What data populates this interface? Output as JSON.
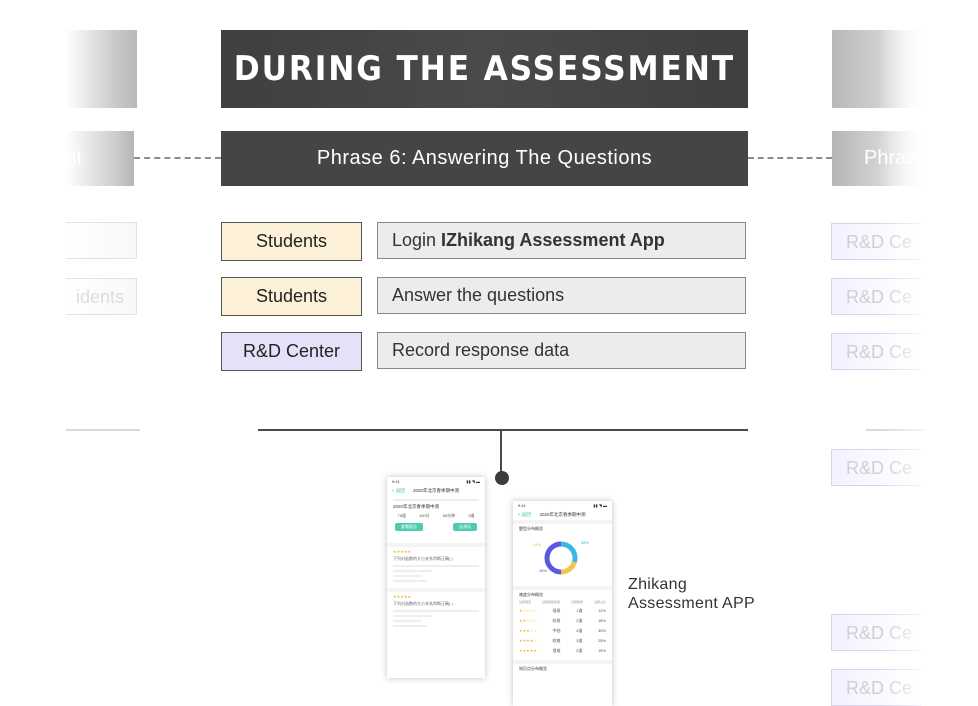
{
  "title": "DURING THE ASSESSMENT",
  "phase": "Phrase 6: Answering The Questions",
  "side_left": {
    "phase_fragment": "nt",
    "row2_fragment": "idents"
  },
  "side_right": {
    "phase_fragment": "Phras",
    "ghost_label": "R&D Ce"
  },
  "rows": [
    {
      "role": "Students",
      "action_prefix": "Login",
      "action_strong": "IZhikang Assessment App"
    },
    {
      "role": "Students",
      "action_prefix": "Answer the questions",
      "action_strong": ""
    },
    {
      "role": "R&D Center",
      "action_prefix": "Record response data",
      "action_strong": ""
    }
  ],
  "app_label": {
    "line1": "Zhikang",
    "line2": "Assessment APP"
  },
  "phone1": {
    "time": "9:41",
    "back": "< 返回",
    "header": "2020年北京春季期中测",
    "subheader": "2020年北京春季期中测",
    "stats": [
      "78道",
      "100分",
      "60分钟",
      "3道"
    ],
    "button1": "查看报告",
    "button2": "去测试",
    "q1": "下列对函数的大小关系判断正确( )",
    "q2": "下列对函数的大小关系判断正确( )"
  },
  "phone2": {
    "time": "9:41",
    "back": "< 返回",
    "header": "2020年北京春季期中测",
    "section1": "题型分布概览",
    "pct1": "98%",
    "pct2": "54%",
    "pct3": "48%",
    "section2": "难度分布概览",
    "col_headers": [
      "试题难度",
      "试题难度类型",
      "试题数量",
      "试题占比"
    ],
    "levels": [
      {
        "stars": "★☆☆☆☆",
        "name": "很易",
        "count": "1道",
        "pct": "12%"
      },
      {
        "stars": "★★☆☆☆",
        "name": "较易",
        "count": "2道",
        "pct": "18%"
      },
      {
        "stars": "★★★☆☆",
        "name": "中档",
        "count": "4道",
        "pct": "30%"
      },
      {
        "stars": "★★★★☆",
        "name": "较难",
        "count": "3道",
        "pct": "25%"
      },
      {
        "stars": "★★★★★",
        "name": "很难",
        "count": "2道",
        "pct": "15%"
      }
    ],
    "section3": "知识点分布概览"
  },
  "colors": {
    "title_bg": "#454545",
    "student": "#fdf0d8",
    "rd": "#e6e0f8",
    "action_bg": "#ececec",
    "app_accent": "#4ecbb0"
  }
}
